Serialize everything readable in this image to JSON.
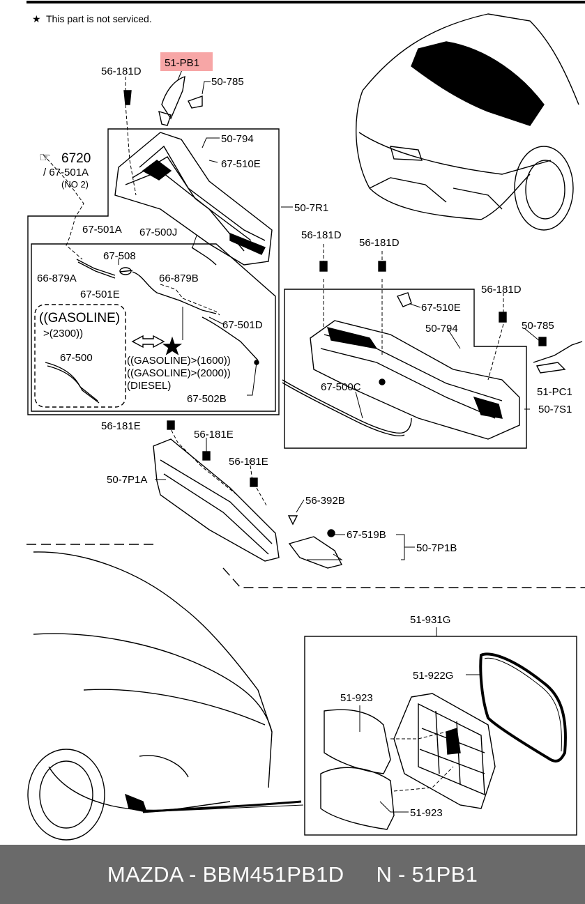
{
  "note": "This part is not serviced.",
  "callouts": {
    "c56_181D_top": "56-181D",
    "c51_PB1": "51-PB1",
    "c50_785_top": "50-785",
    "c50_794_top": "50-794",
    "c67_510E_top": "67-510E",
    "c6720": "6720",
    "c67_501A_ref": "/ 67-501A",
    "c_no2": "(NO 2)",
    "c50_7R1": "50-7R1",
    "c67_501A": "67-501A",
    "c67_500J": "67-500J",
    "c67_508": "67-508",
    "c66_879A": "66-879A",
    "c67_501E": "67-501E",
    "c66_879B": "66-879B",
    "c67_501D": "67-501D",
    "c_gasoline": "((GASOLINE)",
    "c_2300": ">(2300))",
    "c67_500": "67-500",
    "c_g1600": "((GASOLINE)>(1600))",
    "c_g2000": "((GASOLINE)>(2000))",
    "c_diesel": "(DIESEL)",
    "c67_502B": "67-502B",
    "c56_181D_a": "56-181D",
    "c56_181D_b": "56-181D",
    "c56_181D_c": "56-181D",
    "c67_510E_mid": "67-510E",
    "c50_794_mid": "50-794",
    "c50_785_mid": "50-785",
    "c67_500C": "67-500C",
    "c51_PC1": "51-PC1",
    "c50_7S1": "50-7S1",
    "c56_181E_a": "56-181E",
    "c56_181E_b": "56-181E",
    "c56_181E_c": "56-181E",
    "c50_7P1A": "50-7P1A",
    "c56_392B": "56-392B",
    "c67_519B": "67-519B",
    "c50_7P1B": "50-7P1B",
    "c51_931G": "51-931G",
    "c51_922G": "51-922G",
    "c51_923_a": "51-923",
    "c51_923_b": "51-923"
  },
  "footer": {
    "part": "MAZDA - BBM451PB1D",
    "code": "N - 51PB1"
  },
  "colors": {
    "highlight": "#f7a6a6",
    "footer_bg": "#6a6a6a",
    "footer_text": "#ffffff"
  }
}
